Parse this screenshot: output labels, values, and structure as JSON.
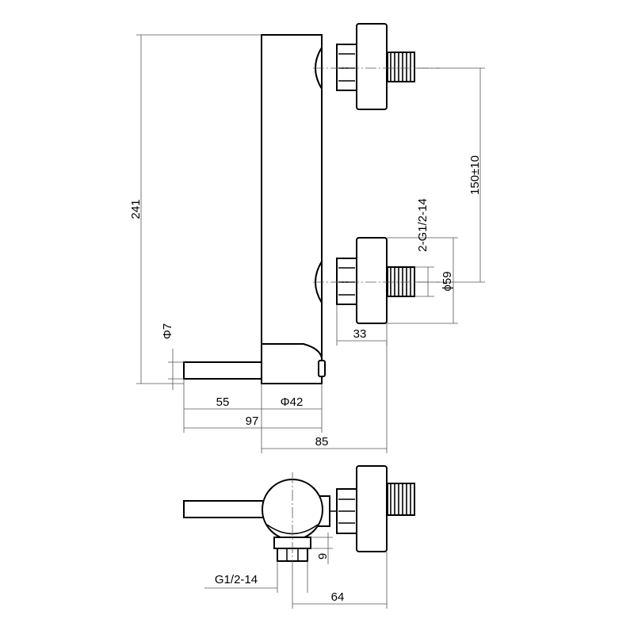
{
  "dimensions": {
    "total_height": "241",
    "inlet_spacing": "150±10",
    "inlet_thread": "2-G1/2-14",
    "flange_diameter": "ϕ59",
    "flange_depth": "33",
    "lever_diameter": "Φ7",
    "lever_length": "55",
    "body_diameter": "Φ42",
    "overall_width": "97",
    "overall_depth": "85",
    "outlet_thread": "G1/2-14",
    "outlet_offset": "9",
    "bottom_depth": "64"
  }
}
